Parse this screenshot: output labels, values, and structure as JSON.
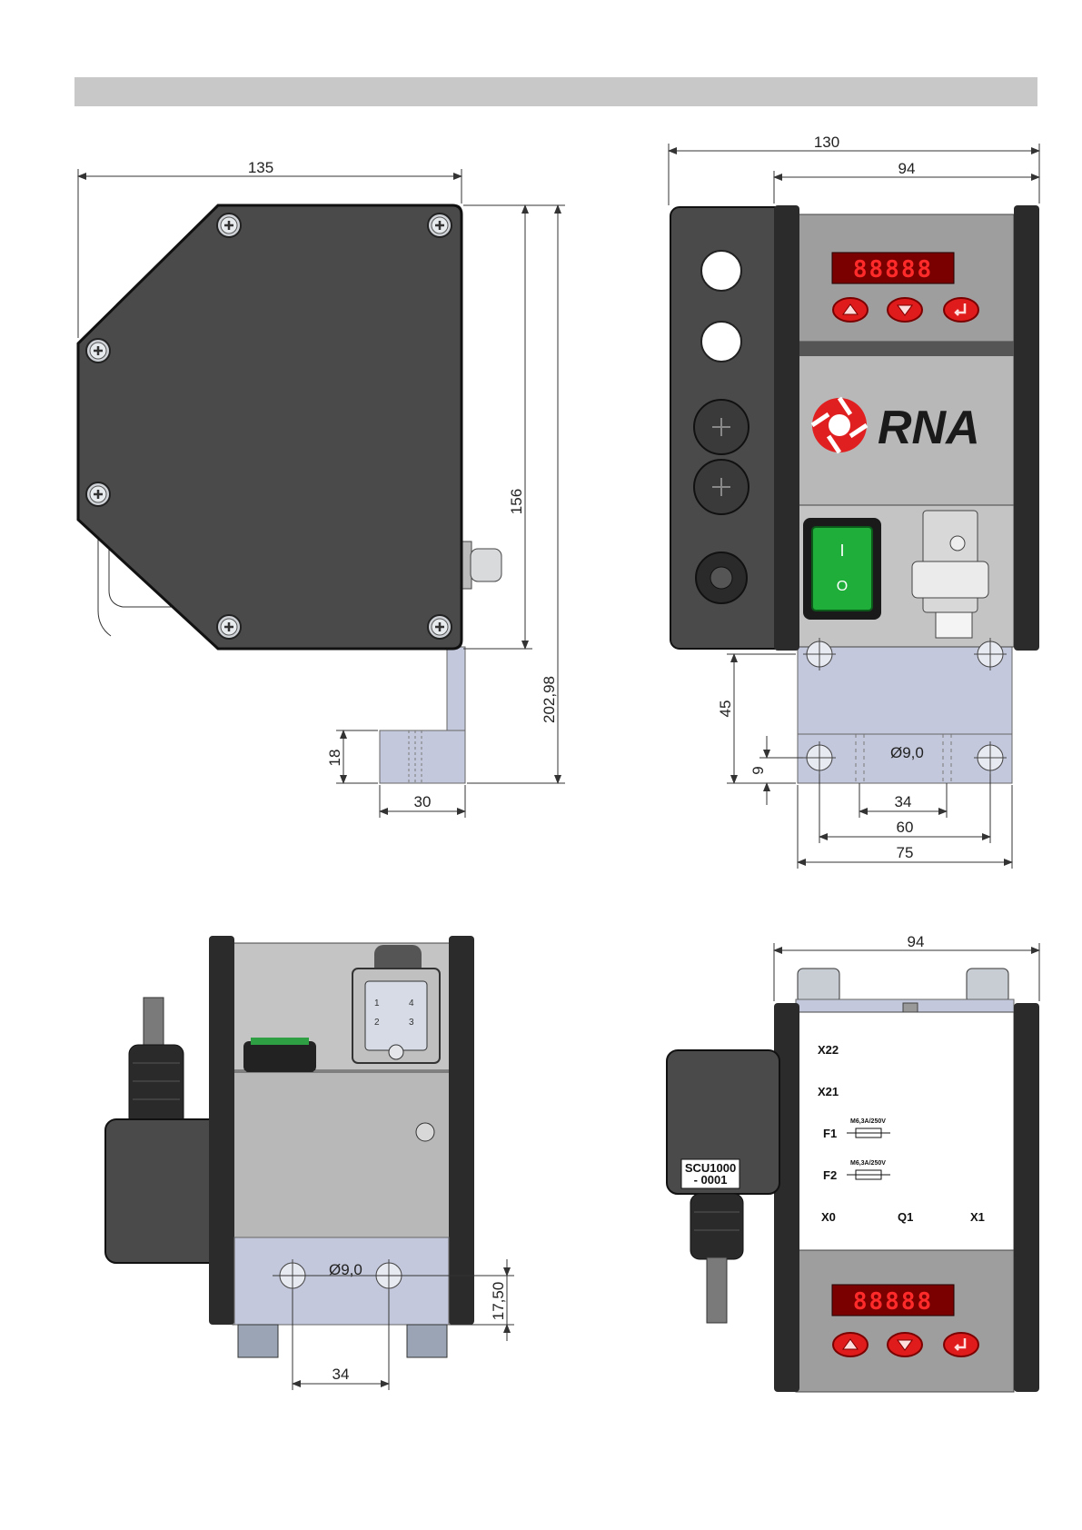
{
  "dims": {
    "tl_width": "135",
    "tl_height_body": "156",
    "tl_height_total": "202,98",
    "tl_bracket_h": "18",
    "tl_bracket_w": "30",
    "tr_total": "130",
    "tr_inner": "94",
    "tr_plate_h": "45",
    "tr_hole_off": "9",
    "tr_hole_d": "Ø9,0",
    "tr_34": "34",
    "tr_60": "60",
    "tr_75": "75",
    "bl_hole_d": "Ø9,0",
    "bl_off": "17,50",
    "bl_34": "34",
    "br_width": "94"
  },
  "display": {
    "digits": "88888"
  },
  "brand": {
    "name": "RNA"
  },
  "switch": {
    "on_mark": "I",
    "off_mark": "O"
  },
  "connector_pins": {
    "p1": "1",
    "p2": "2",
    "p3": "3",
    "p4": "4"
  },
  "terminals": {
    "x22": "X22",
    "x21": "X21",
    "f1": "F1",
    "f2": "F2",
    "fuse1": "M6,3A/250V",
    "fuse2": "M6,3A/250V",
    "x0": "X0",
    "q1": "Q1",
    "x1": "X1"
  },
  "nameplate": {
    "line1": "SCU1000",
    "line2": "- 0001"
  },
  "colors": {
    "housing_dark": "#4a4a4a",
    "frame_black": "#2b2b2b",
    "panel_grey": "#b8b8b8",
    "plate_blue": "#c4c8dc",
    "display_red": "#ff2a2a",
    "switch_green": "#1fae3a",
    "header_bar": "#c8c8c8"
  },
  "icons": {
    "screw": "phillips-screw-icon",
    "up": "arrow-up-button-icon",
    "down": "arrow-down-button-icon",
    "enter": "enter-button-icon"
  }
}
